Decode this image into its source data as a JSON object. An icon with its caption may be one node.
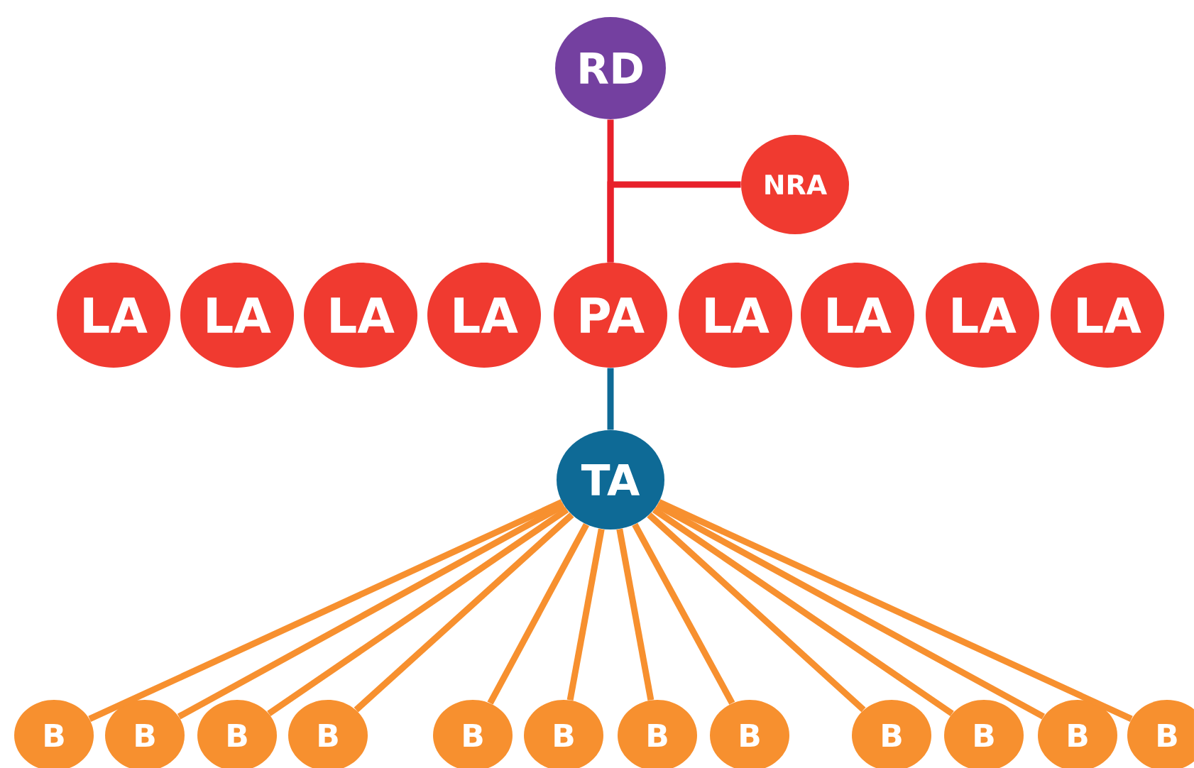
{
  "diagram": {
    "nodes": [
      {
        "text": [
          "RD"
        ]
      },
      {
        "text": [
          "NRA"
        ]
      },
      {
        "text": [
          "LA"
        ]
      },
      {
        "text": [
          "LA"
        ]
      },
      {
        "text": [
          "LA"
        ]
      },
      {
        "text": [
          "LA"
        ]
      },
      {
        "text": [
          "PA"
        ]
      },
      {
        "text": [
          "LA"
        ]
      },
      {
        "text": [
          "LA"
        ]
      },
      {
        "text": [
          "LA"
        ]
      },
      {
        "text": [
          "LA"
        ]
      },
      {
        "text": [
          "TA"
        ]
      },
      {
        "text": [
          "B"
        ]
      },
      {
        "text": [
          "B"
        ]
      },
      {
        "text": [
          "B"
        ]
      },
      {
        "text": [
          "B"
        ]
      },
      {
        "text": [
          "B"
        ]
      },
      {
        "text": [
          "B"
        ]
      },
      {
        "text": [
          "B"
        ]
      },
      {
        "text": [
          "B"
        ]
      },
      {
        "text": [
          "B"
        ]
      },
      {
        "text": [
          "B"
        ]
      },
      {
        "text": [
          "B"
        ]
      },
      {
        "text": [
          "B"
        ]
      }
    ],
    "edges": [
      {
        "from": 0,
        "to": 6,
        "arrow": "none",
        "color": "#e8202a"
      },
      {
        "from": 1,
        "to": 6,
        "arrow": "none",
        "color": "#e8202a"
      },
      {
        "from": 6,
        "to": 11,
        "arrow": "none",
        "color": "#0e6a96"
      },
      {
        "from": 11,
        "to": 12,
        "arrow": "none"
      },
      {
        "from": 11,
        "to": 13,
        "arrow": "none"
      },
      {
        "from": 11,
        "to": 14,
        "arrow": "none"
      },
      {
        "from": 11,
        "to": 15,
        "arrow": "none"
      },
      {
        "from": 11,
        "to": 16,
        "arrow": "none"
      },
      {
        "from": 11,
        "to": 17,
        "arrow": "none"
      },
      {
        "from": 11,
        "to": 18,
        "arrow": "none"
      },
      {
        "from": 11,
        "to": 19,
        "arrow": "none"
      },
      {
        "from": 11,
        "to": 20,
        "arrow": "none"
      },
      {
        "from": 11,
        "to": 21,
        "arrow": "none"
      },
      {
        "from": 11,
        "to": 22,
        "arrow": "none"
      },
      {
        "from": 11,
        "to": 23,
        "arrow": "none"
      }
    ]
  }
}
